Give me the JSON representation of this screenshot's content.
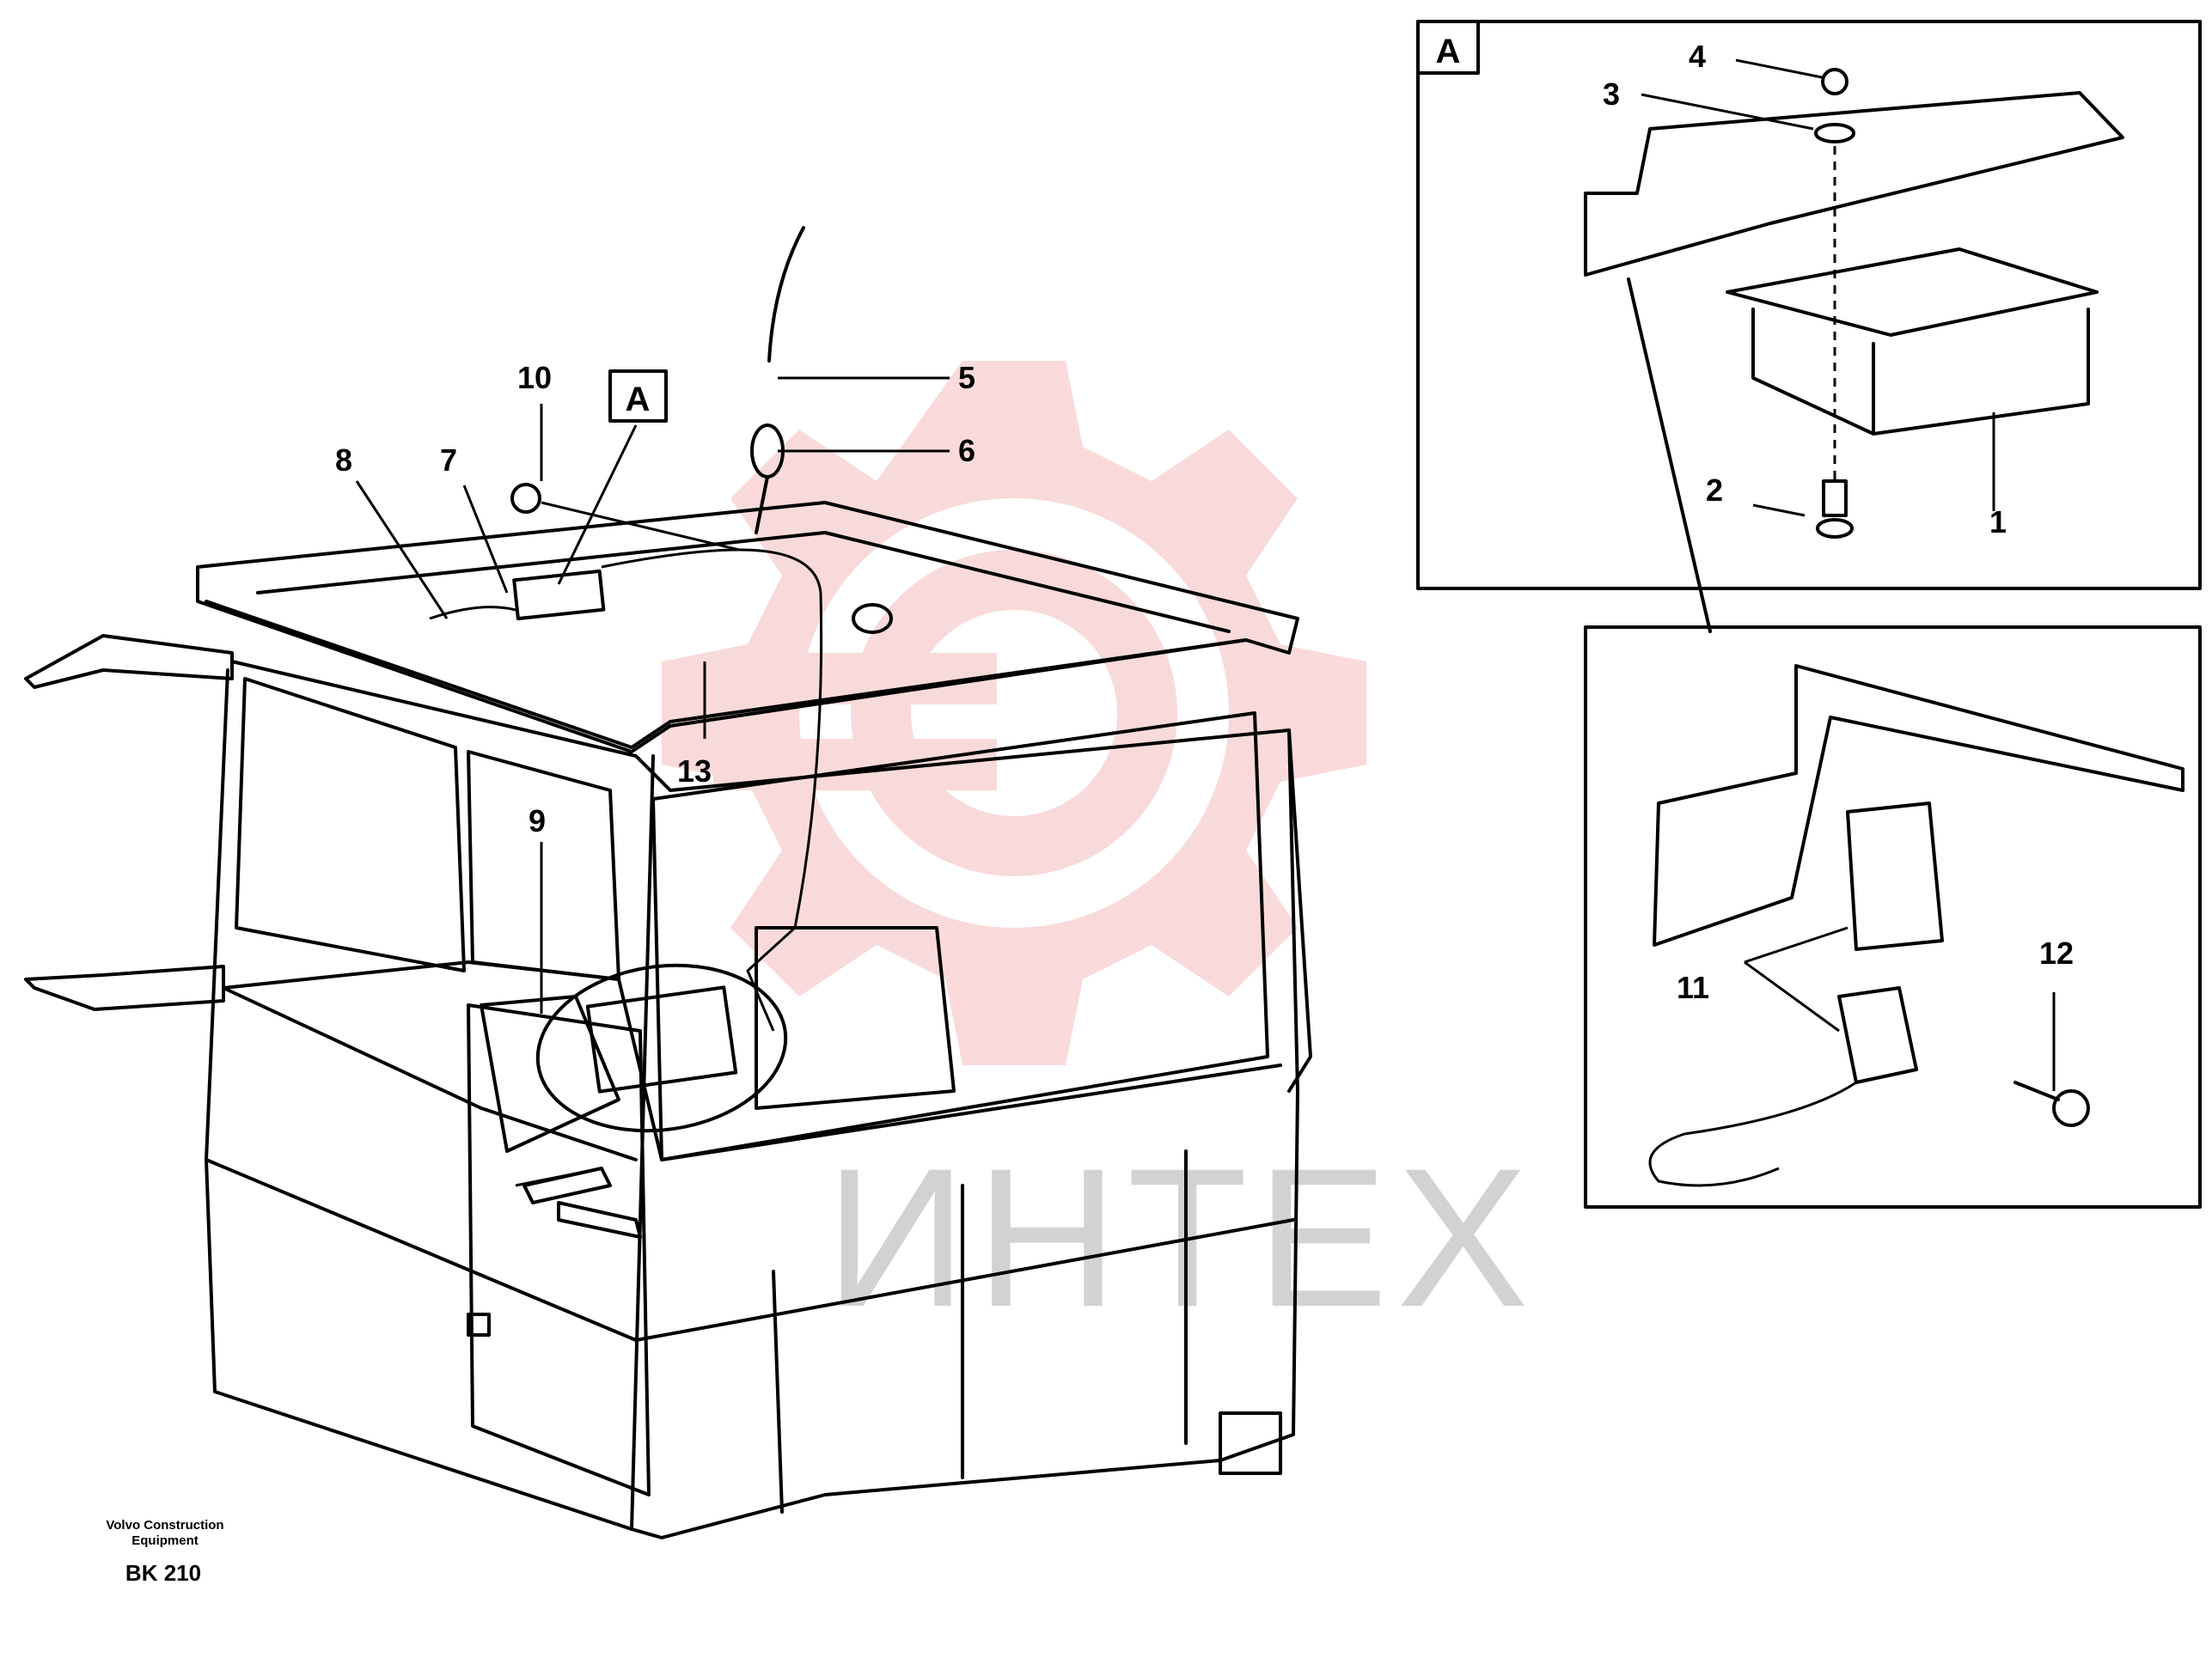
{
  "watermark": {
    "text": "ИНТЕХ",
    "gear_color": "#f7c9c9"
  },
  "detail_label": "A",
  "callouts": {
    "c1": "1",
    "c2": "2",
    "c3": "3",
    "c4": "4",
    "c5": "5",
    "c6": "6",
    "c7": "7",
    "c8": "8",
    "c9": "9",
    "c10": "10",
    "c11": "11",
    "c12": "12",
    "c13": "13"
  },
  "footer": {
    "company_line1": "Volvo Construction",
    "company_line2": "Equipment",
    "code": "BK 210"
  }
}
